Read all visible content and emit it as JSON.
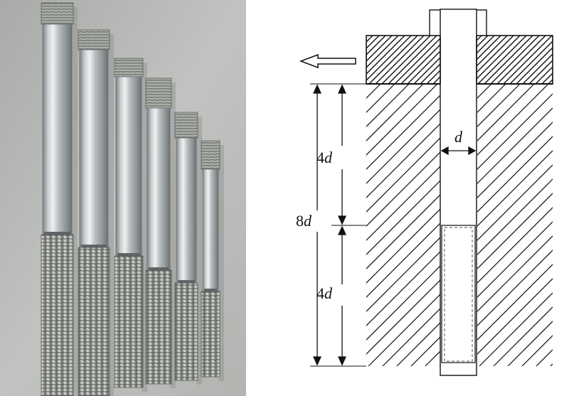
{
  "diagram": {
    "labels": {
      "diameter": "d",
      "upper_length_num": "4",
      "upper_length_var": "d",
      "total_length_num": "8",
      "total_length_var": "d",
      "lower_length_num": "4",
      "lower_length_var": "d"
    }
  },
  "colors": {
    "photo_background": "#b9b9b7",
    "steel": "#c9cccd",
    "line": "#111111"
  }
}
